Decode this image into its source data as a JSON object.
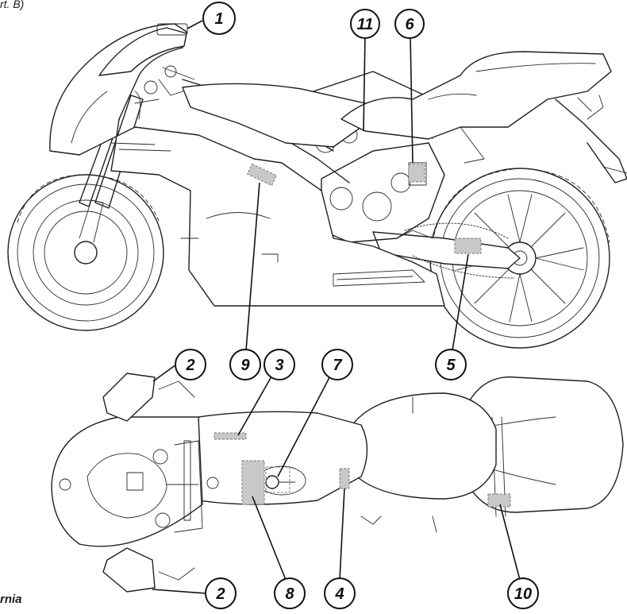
{
  "caption_fragment": "rt. B)",
  "footer_fragment": "rnia",
  "callouts": [
    {
      "id": "1",
      "label": "1"
    },
    {
      "id": "11",
      "label": "11"
    },
    {
      "id": "6",
      "label": "6"
    },
    {
      "id": "9",
      "label": "9"
    },
    {
      "id": "5",
      "label": "5"
    },
    {
      "id": "2a",
      "label": "2"
    },
    {
      "id": "3",
      "label": "3"
    },
    {
      "id": "7",
      "label": "7"
    },
    {
      "id": "2b",
      "label": "2"
    },
    {
      "id": "8",
      "label": "8"
    },
    {
      "id": "4",
      "label": "4"
    },
    {
      "id": "10",
      "label": "10"
    }
  ],
  "colors": {
    "line": "#1f1f1f",
    "label_zone_fill": "#c8c8c8"
  }
}
